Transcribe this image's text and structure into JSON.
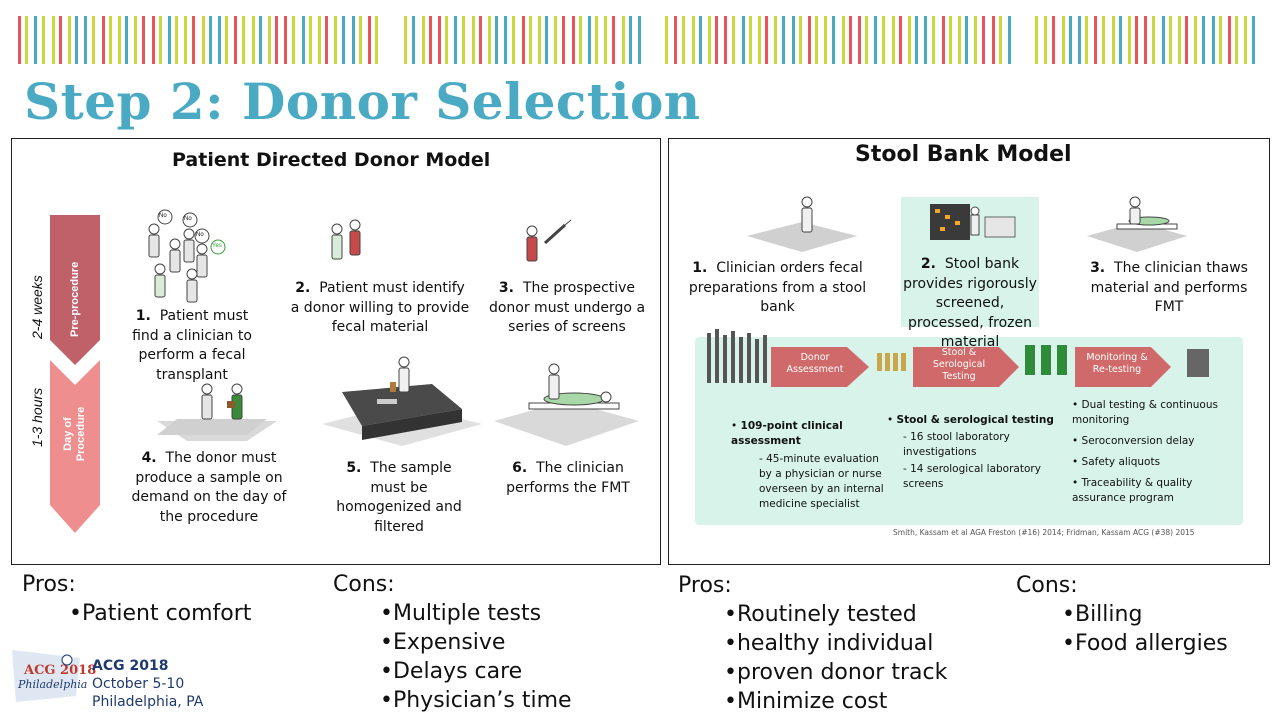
{
  "slide_title": "Step 2: Donor Selection",
  "left": {
    "title": "Patient Directed Donor Model",
    "timeline": {
      "top_duration": "2-4 weeks",
      "top_phase": "Pre-procedure",
      "bottom_duration": "1-3 hours",
      "bottom_phase": "Day of Procedure"
    },
    "bubbles": [
      "No",
      "No",
      "No",
      "Yes"
    ],
    "steps": [
      {
        "num": "1.",
        "text": "Patient must find a clinician to perform a fecal transplant"
      },
      {
        "num": "2.",
        "text": "Patient must identify a donor willing to provide fecal material"
      },
      {
        "num": "3.",
        "text": "The prospective donor must undergo a series of screens"
      },
      {
        "num": "4.",
        "text": "The donor must produce a sample on demand on the day of the procedure"
      },
      {
        "num": "5.",
        "text": "The sample must be homogenized and filtered"
      },
      {
        "num": "6.",
        "text": "The clinician performs the FMT"
      }
    ]
  },
  "right": {
    "title": "Stool Bank Model",
    "steps": [
      {
        "num": "1.",
        "text": "Clinician orders fecal preparations from a stool bank"
      },
      {
        "num": "2.",
        "text": "Stool bank provides rigorously screened, processed, frozen material"
      },
      {
        "num": "3.",
        "text": "The clinician thaws material and performs FMT"
      }
    ],
    "flow": {
      "arrow1": "Donor Assessment",
      "arrow2": "Stool & Serological Testing",
      "arrow3": "Monitoring & Re-testing"
    },
    "col1": {
      "bullet": "109-point clinical assessment",
      "sub": "- 45-minute evaluation by a physician or nurse overseen by an internal medicine specialist"
    },
    "col2": {
      "bullet": "Stool & serological testing",
      "sub1": "- 16 stool laboratory investigations",
      "sub2": "- 14 serological laboratory screens"
    },
    "col3": {
      "items": [
        "Dual testing & continuous monitoring",
        "Seroconversion delay",
        "Safety aliquots",
        "Traceability & quality assurance program"
      ]
    },
    "citation": "Smith, Kassam et al AGA Freston (#16) 2014; Fridman, Kassam ACG (#38) 2015"
  },
  "bottom": {
    "left_pros": {
      "header": "Pros:",
      "items": [
        "•Patient comfort"
      ]
    },
    "left_cons": {
      "header": "Cons:",
      "items": [
        "•Multiple tests",
        "•Expensive",
        "•Delays care",
        "•Physician’s time"
      ]
    },
    "right_pros": {
      "header": "Pros:",
      "items": [
        "•Routinely  tested",
        "•healthy individual",
        "•proven donor track",
        "•Minimize cost"
      ]
    },
    "right_cons": {
      "header": "Cons:",
      "items": [
        "•Billing",
        "•Food allergies"
      ]
    }
  },
  "footer": {
    "logo_text": "ACG 2018",
    "logo_city": "Philadelphia",
    "conf": "ACG 2018",
    "dates": "October 5-10",
    "city": "Philadelphia, PA"
  },
  "colors": {
    "title": "#4aaac4",
    "stripe_red": "#e8555a",
    "stripe_green": "#c9d83a",
    "stripe_teal": "#4aaac4",
    "arrow_dark": "#c06068",
    "arrow_light": "#ef8e8e",
    "mint_bg": "#d7f3ea",
    "flow_arrow": "#d06a6a"
  }
}
